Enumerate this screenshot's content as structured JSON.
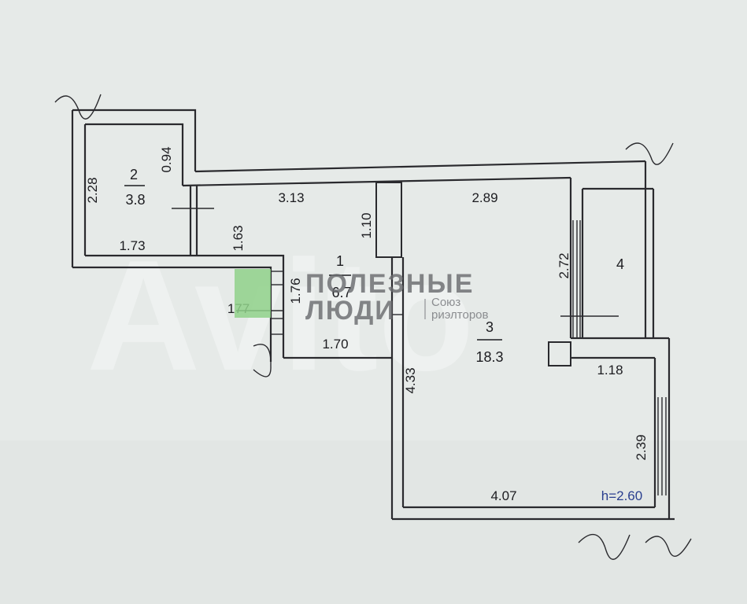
{
  "plan": {
    "rooms": [
      {
        "number": "1",
        "area": "6.7"
      },
      {
        "number": "2",
        "area": "3.8"
      },
      {
        "number": "3",
        "area": "18.3"
      },
      {
        "number": "4",
        "area": ""
      }
    ],
    "dimensions": {
      "d_2_28": "2.28",
      "d_0_94": "0.94",
      "d_3_13": "3.13",
      "d_2_89": "2.89",
      "d_1_10": "1.10",
      "d_1_73": "1.73",
      "d_1_63": "1.63",
      "d_1_76": "1.76",
      "d_177": "177",
      "d_1_70": "1.70",
      "d_2_72": "2.72",
      "d_4_33": "4.33",
      "d_1_18": "1.18",
      "d_2_39": "2.39",
      "d_4_07": "4.07"
    },
    "ceiling_height": "h=2.60"
  },
  "watermark": {
    "brand_line1": "ПОЛЕЗНЫЕ",
    "brand_line2": "ЛЮДИ",
    "brand_sub1": "Союз",
    "brand_sub2": "риэлторов",
    "brand_accent": "#8fd18a",
    "avito_text": "Avito"
  }
}
